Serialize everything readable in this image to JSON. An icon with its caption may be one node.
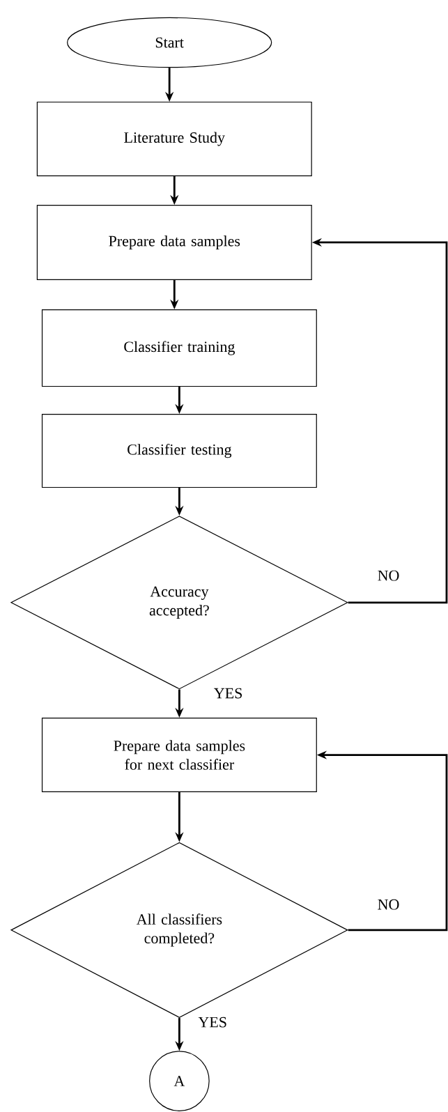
{
  "diagram": {
    "nodes": [
      {
        "text": [
          "Start"
        ]
      },
      {
        "text": [
          "Literature Study"
        ]
      },
      {
        "text": [
          "Prepare data samples"
        ]
      },
      {
        "text": [
          "Classifier training"
        ]
      },
      {
        "text": [
          "Classifier testing"
        ]
      },
      {
        "text": [
          "Accuracy accepted?"
        ]
      },
      {
        "text": [
          "Prepare data samples for next classifier"
        ]
      },
      {
        "text": [
          "All classifiers completed?"
        ]
      },
      {
        "text": [
          "A"
        ]
      }
    ],
    "edges": [
      {
        "from": 0,
        "to": 1,
        "arrow": "to"
      },
      {
        "from": 1,
        "to": 2,
        "arrow": "to"
      },
      {
        "from": 2,
        "to": 3,
        "arrow": "to"
      },
      {
        "from": 3,
        "to": 4,
        "arrow": "to"
      },
      {
        "from": 4,
        "to": 5,
        "arrow": "to"
      },
      {
        "from": 5,
        "to": 2,
        "arrow": "to",
        "label": "NO"
      },
      {
        "from": 5,
        "to": 6,
        "arrow": "to",
        "label": "YES"
      },
      {
        "from": 6,
        "to": 7,
        "arrow": "to"
      },
      {
        "from": 7,
        "to": 6,
        "arrow": "to",
        "label": "NO"
      },
      {
        "from": 7,
        "to": 8,
        "arrow": "to",
        "label": "YES"
      }
    ]
  }
}
